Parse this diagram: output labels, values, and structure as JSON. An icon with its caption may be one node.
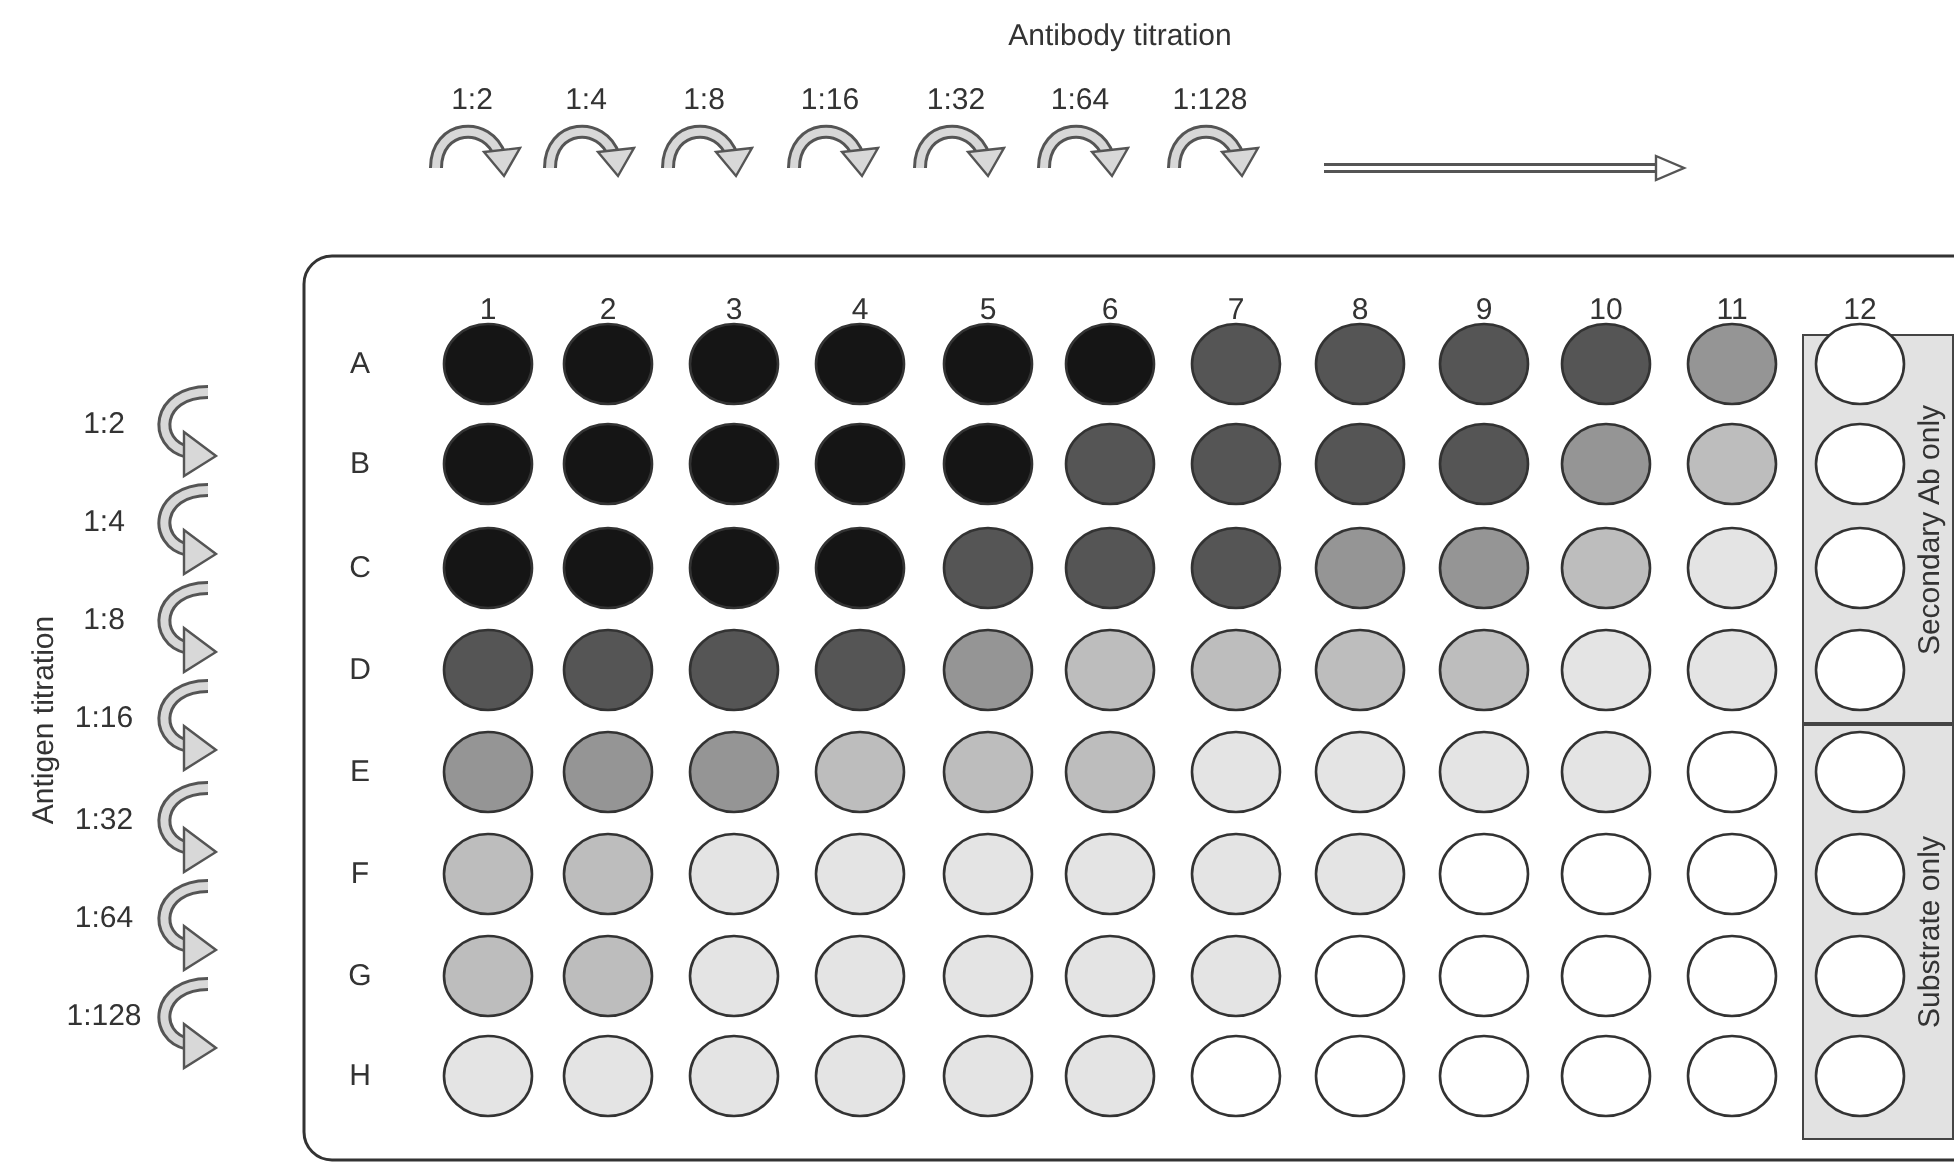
{
  "diagram": {
    "nodes": [
      {
        "text": [
          "Secondary Ab only"
        ]
      },
      {
        "text": [
          "Substrate only"
        ]
      }
    ],
    "labels": [
      "Antibody titration",
      "1:2",
      "1:4",
      "1:8",
      "1:16",
      "1:32",
      "1:64",
      "1:128",
      "Antigen titration",
      "1:2",
      "1:4",
      "1:8",
      "1:16",
      "1:32",
      "1:64",
      "1:128",
      "1",
      "2",
      "3",
      "4",
      "5",
      "6",
      "7",
      "8",
      "9",
      "10",
      "11",
      "12",
      "A",
      "B",
      "C",
      "D",
      "E",
      "F",
      "G",
      "H"
    ]
  }
}
